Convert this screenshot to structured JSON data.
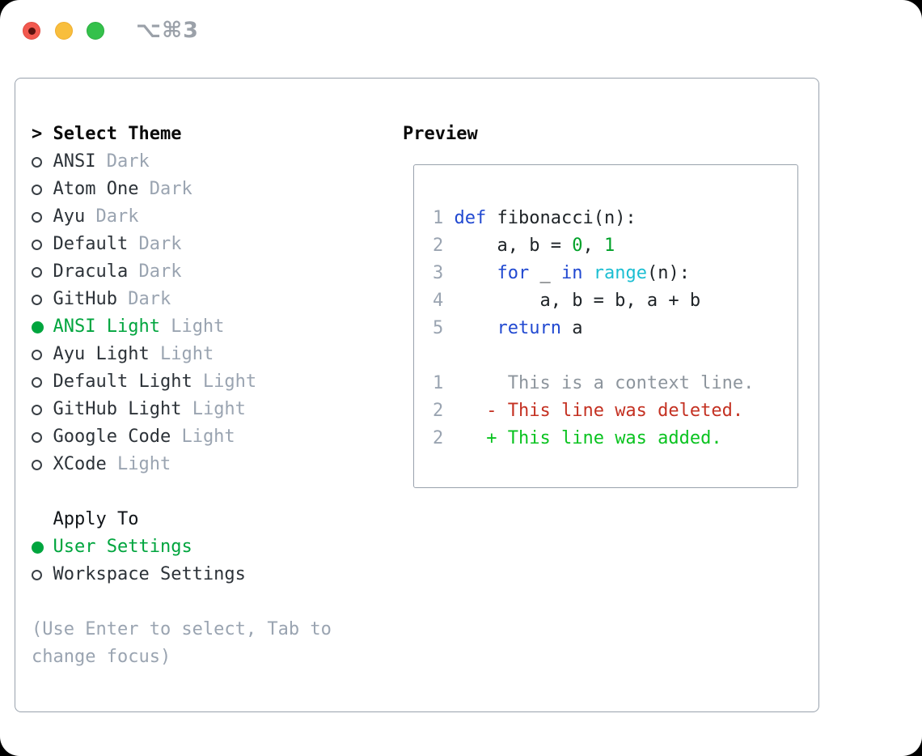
{
  "window": {
    "shortcut": "⌥⌘3",
    "traffic_lights": [
      "close",
      "minimize",
      "zoom"
    ]
  },
  "theme_picker": {
    "cursor": ">",
    "header": "Select Theme",
    "items": [
      {
        "name": "ANSI",
        "tag": "Dark",
        "selected": false
      },
      {
        "name": "Atom One",
        "tag": "Dark",
        "selected": false
      },
      {
        "name": "Ayu",
        "tag": "Dark",
        "selected": false
      },
      {
        "name": "Default",
        "tag": "Dark",
        "selected": false
      },
      {
        "name": "Dracula",
        "tag": "Dark",
        "selected": false
      },
      {
        "name": "GitHub",
        "tag": "Dark",
        "selected": false
      },
      {
        "name": "ANSI Light",
        "tag": "Light",
        "selected": true
      },
      {
        "name": "Ayu Light",
        "tag": "Light",
        "selected": false
      },
      {
        "name": "Default Light",
        "tag": "Light",
        "selected": false
      },
      {
        "name": "GitHub Light",
        "tag": "Light",
        "selected": false
      },
      {
        "name": "Google Code",
        "tag": "Light",
        "selected": false
      },
      {
        "name": "XCode",
        "tag": "Light",
        "selected": false
      }
    ]
  },
  "apply_to": {
    "header": "Apply To",
    "items": [
      {
        "name": "User Settings",
        "selected": true
      },
      {
        "name": "Workspace Settings",
        "selected": false
      }
    ]
  },
  "hint": "(Use Enter to select, Tab to change focus)",
  "preview": {
    "header": "Preview",
    "lines": [
      {
        "num": "1",
        "segments": [
          {
            "t": "def",
            "c": "kw"
          },
          {
            "t": " fibonacci(n):",
            "c": "fg"
          }
        ]
      },
      {
        "num": "2",
        "segments": [
          {
            "t": "    a, b = ",
            "c": "fg"
          },
          {
            "t": "0",
            "c": "num"
          },
          {
            "t": ", ",
            "c": "fg"
          },
          {
            "t": "1",
            "c": "num"
          }
        ]
      },
      {
        "num": "3",
        "segments": [
          {
            "t": "    ",
            "c": "fg"
          },
          {
            "t": "for",
            "c": "kw"
          },
          {
            "t": " _ ",
            "c": "fg"
          },
          {
            "t": "in",
            "c": "kw"
          },
          {
            "t": " ",
            "c": "fg"
          },
          {
            "t": "range",
            "c": "fn"
          },
          {
            "t": "(n):",
            "c": "fg"
          }
        ]
      },
      {
        "num": "4",
        "segments": [
          {
            "t": "        a, b = b, a + b",
            "c": "fg"
          }
        ]
      },
      {
        "num": "5",
        "segments": [
          {
            "t": "    ",
            "c": "fg"
          },
          {
            "t": "return",
            "c": "kw"
          },
          {
            "t": " a",
            "c": "fg"
          }
        ]
      },
      {
        "num": "",
        "segments": []
      },
      {
        "num": "1",
        "segments": [
          {
            "t": "     This is a context line.",
            "c": "ctx"
          }
        ]
      },
      {
        "num": "2",
        "segments": [
          {
            "t": "   ",
            "c": "fg"
          },
          {
            "t": "- This line was deleted.",
            "c": "del"
          }
        ]
      },
      {
        "num": "2",
        "segments": [
          {
            "t": "   ",
            "c": "fg"
          },
          {
            "t": "+ This line was added.",
            "c": "add"
          }
        ]
      }
    ]
  },
  "colors": {
    "kw": "#2149D1",
    "fn": "#1BBED2",
    "num": "#00A129",
    "fg": "#1E2327",
    "ctx": "#8D959D",
    "del": "#C43122",
    "add": "#0AC320",
    "ln": "#9AA4B1",
    "item": "#2C3238",
    "tag": "#9AA4B1",
    "selected": "#00A53E",
    "hint": "#9AA4B1",
    "border": "#99A2AD",
    "header": "#0A0A0A"
  }
}
